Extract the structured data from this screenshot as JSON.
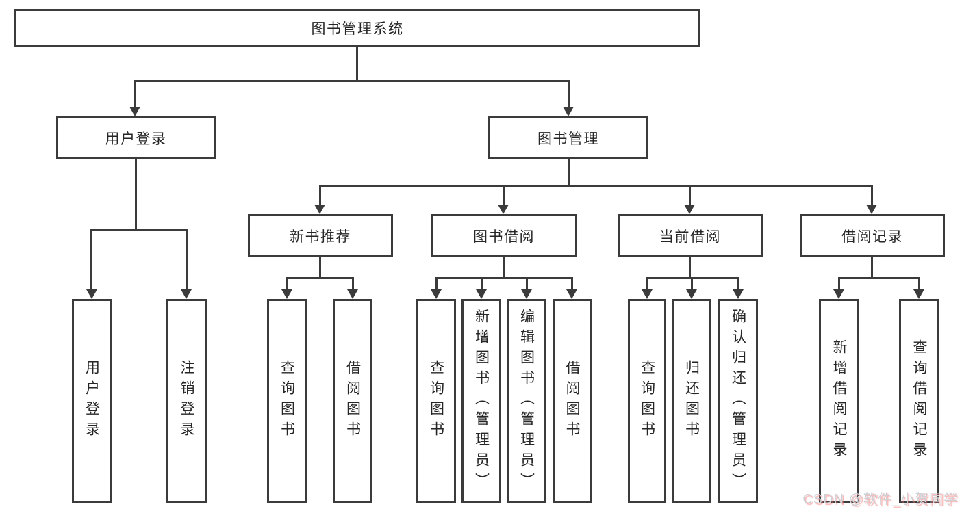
{
  "diagram": {
    "root": {
      "label": "图书管理系统"
    },
    "branches": {
      "user_login": {
        "label": "用户登录",
        "leaves": [
          {
            "label": "用户登录"
          },
          {
            "label": "注销登录"
          }
        ]
      },
      "book_mgmt": {
        "label": "图书管理",
        "children": {
          "new_book_rec": {
            "label": "新书推荐",
            "leaves": [
              {
                "label": "查询图书"
              },
              {
                "label": "借阅图书"
              }
            ]
          },
          "book_borrow": {
            "label": "图书借阅",
            "leaves": [
              {
                "label": "查询图书"
              },
              {
                "label": "新增图书（管理员）"
              },
              {
                "label": "编辑图书（管理员）"
              },
              {
                "label": "借阅图书"
              }
            ]
          },
          "current_borrow": {
            "label": "当前借阅",
            "leaves": [
              {
                "label": "查询图书"
              },
              {
                "label": "归还图书"
              },
              {
                "label": "确认归还（管理员）"
              }
            ]
          },
          "borrow_record": {
            "label": "借阅记录",
            "leaves": [
              {
                "label": "新增借阅记录"
              },
              {
                "label": "查询借阅记录"
              }
            ]
          }
        }
      }
    }
  },
  "watermark": {
    "text": "CSDN @软件_小贺同学"
  },
  "colors": {
    "line": "#3b3b3b",
    "text": "#262626",
    "background": "#ffffff",
    "watermark": "#cdd0d5"
  }
}
